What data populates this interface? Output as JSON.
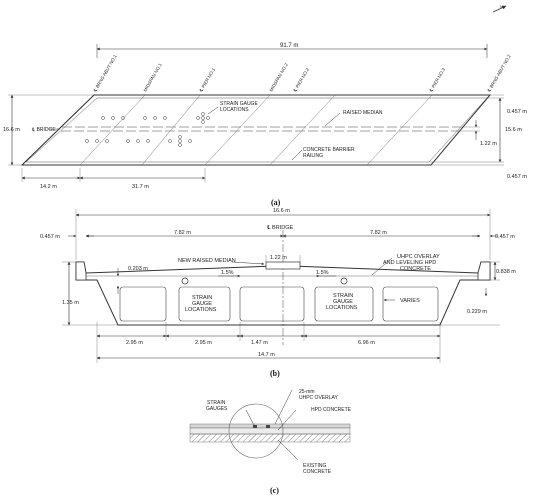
{
  "north_arrow": "N",
  "panel_a": {
    "caption": "(a)",
    "total_length": "91.7 m",
    "width": "16.6 m",
    "offset_top": "0.457 m",
    "offset_bottom": "0.457 m",
    "inner_width": "15.6 m",
    "median_offset": "1.22 m",
    "span_1": "14.2 m",
    "span_2": "31.7 m",
    "centerline": "℄ BRIDGE",
    "skew_labels": [
      "℄ BRNG ABUT NO.1",
      "MIDSPAN NO.1",
      "℄ PIER NO.1",
      "MIDSPAN NO.2",
      "℄ PIER NO.2",
      "℄ PIER NO.3",
      "℄ BRNG ABUT NO.2"
    ],
    "strain_gauge_label": [
      "STRAIN GAUGE",
      "LOCATIONS"
    ],
    "raised_median_label": "RAISED MEDIAN",
    "barrier_label": [
      "CONCRETE BARRIER",
      "RAILING"
    ]
  },
  "panel_b": {
    "caption": "(b)",
    "total_width": "16.6 m",
    "left_barrier": "0.457 m",
    "right_barrier": "0.457 m",
    "half_left": "7.82 m",
    "half_right": "7.82 m",
    "centerline": "℄ BRIDGE",
    "median_label": "NEW RAISED MEDIAN",
    "median_width": "1.22 m",
    "slope_left": "1.5%",
    "slope_right": "1.5%",
    "overlay_label": [
      "UHPC OVERLAY",
      "AND LEVELING HPD",
      "CONCRETE"
    ],
    "dim_0203": "0.203 m",
    "dim_0838": "0.838 m",
    "dim_135": "1.35 m",
    "dim_0229": "0.229 m",
    "varies": "VARIES",
    "gauge_label_left": [
      "STRAIN",
      "GAUGE",
      "LOCATIONS"
    ],
    "gauge_label_right": [
      "STRAIN",
      "GAUGE",
      "LOCATIONS"
    ],
    "bottom_dims": [
      "2.95 m",
      "2.95 m",
      "1.47 m",
      "6.96 m"
    ],
    "bottom_total": "14.7 m"
  },
  "panel_c": {
    "caption": "(c)",
    "strain_gauges": [
      "STRAIN",
      "GAUGES"
    ],
    "overlay": [
      "25-mm",
      "UHPC OVERLAY"
    ],
    "hpd": "HPD CONCRETE",
    "existing": [
      "EXISTING",
      "CONCRETE"
    ]
  }
}
